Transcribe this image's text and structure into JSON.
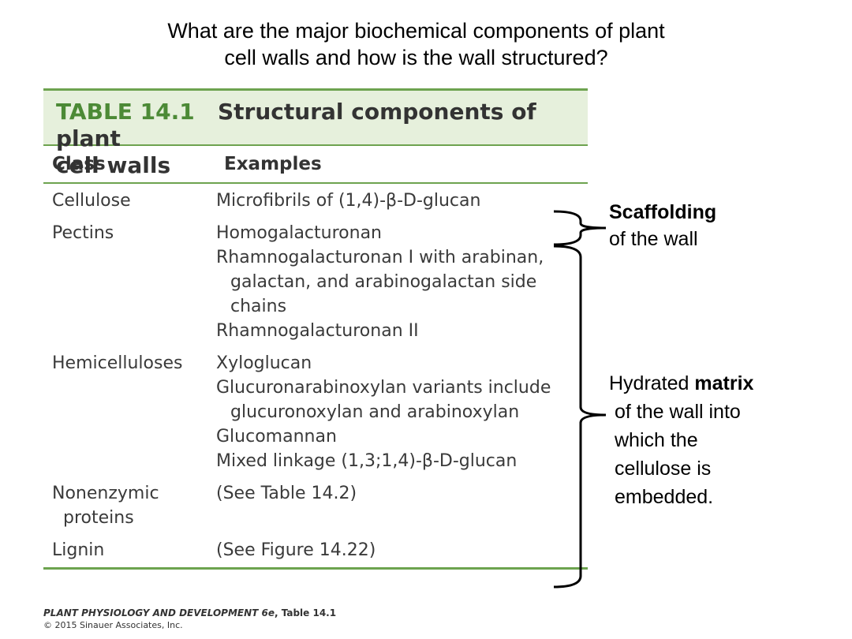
{
  "question": {
    "line1": "What are the major biochemical components of plant",
    "line2": "cell walls and how is the wall structured?"
  },
  "table": {
    "number": "TABLE 14.1",
    "title_part1": "Structural components of plant",
    "title_part2": "cell walls",
    "col_class": "Class",
    "col_examples": "Examples",
    "rows": [
      {
        "class": "Cellulose",
        "examples": [
          "Microfibrils of (1,4)-β-D-glucan"
        ]
      },
      {
        "class": "Pectins",
        "examples": [
          "Homogalacturonan",
          "Rhamnogalacturonan I with arabinan,",
          "galactan, and arabinogalactan side",
          "chains",
          "Rhamnogalacturonan II"
        ]
      },
      {
        "class": "Hemicelluloses",
        "examples": [
          "Xyloglucan",
          "Glucuronarabinoxylan variants include",
          "glucuronoxylan and arabinoxylan",
          "Glucomannan",
          "Mixed linkage (1,3;1,4)-β-D-glucan"
        ]
      },
      {
        "class_line1": "Nonenzymic",
        "class_line2": "proteins",
        "examples": [
          "(See Table 14.2)"
        ]
      },
      {
        "class": "Lignin",
        "examples": [
          "(See Figure 14.22)"
        ]
      }
    ]
  },
  "annotations": {
    "scaffolding_bold": "Scaffolding",
    "scaffolding_rest": "of the wall",
    "matrix_prefix": "Hydrated ",
    "matrix_bold": "matrix",
    "matrix_lines": [
      "of the wall into",
      "which the",
      "cellulose is",
      "embedded."
    ]
  },
  "footer": {
    "book": "PLANT PHYSIOLOGY AND DEVELOPMENT 6e",
    "ref": ", Table 14.1",
    "copyright": "© 2015 Sinauer Associates, Inc."
  },
  "colors": {
    "accent_green": "#6da34f",
    "header_bg": "#e6f0dc",
    "table_number": "#4c8a36"
  }
}
